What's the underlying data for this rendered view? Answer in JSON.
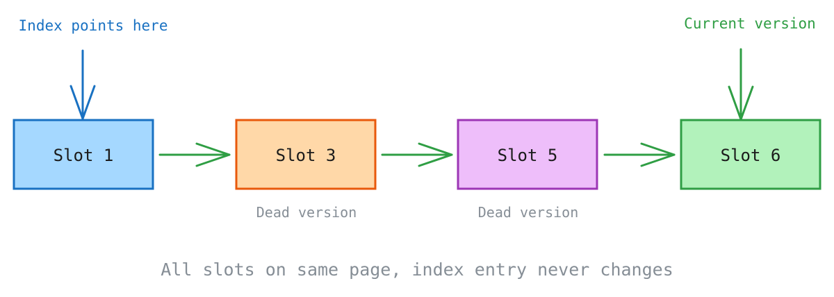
{
  "top_labels": {
    "index": "Index points here",
    "current": "Current version"
  },
  "slots": [
    {
      "label": "Slot 1",
      "fill": "#a5d8ff",
      "stroke": "#1971c2"
    },
    {
      "label": "Slot 3",
      "fill": "#ffd8a8",
      "stroke": "#e8590c"
    },
    {
      "label": "Slot 5",
      "fill": "#eebefa",
      "stroke": "#9c36b5"
    },
    {
      "label": "Slot 6",
      "fill": "#b2f2bb",
      "stroke": "#2f9e44"
    }
  ],
  "under_labels": {
    "slot3": "Dead version",
    "slot5": "Dead version"
  },
  "caption": "All slots on same page, index entry never changes",
  "colors": {
    "index_arrow": "#1971c2",
    "current_arrow": "#2f9e44",
    "link_arrow": "#2f9e44",
    "muted_text": "#868e96"
  }
}
